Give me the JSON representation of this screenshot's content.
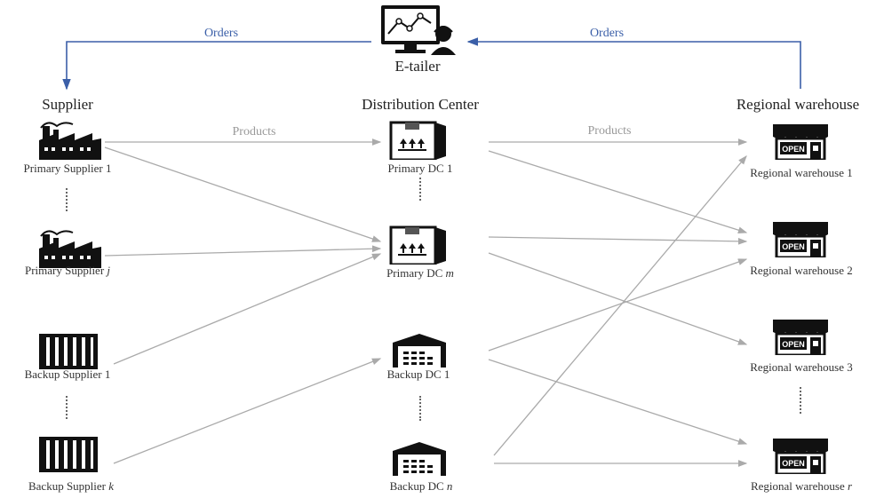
{
  "header": {
    "center_title": "E-tailer",
    "col_supplier": "Supplier",
    "col_dc": "Distribution Center",
    "col_warehouse": "Regional warehouse"
  },
  "flows": {
    "orders_left": "Orders",
    "orders_right": "Orders",
    "products_left": "Products",
    "products_right": "Products"
  },
  "suppliers": [
    {
      "label": "Primary Supplier 1",
      "suffix": ""
    },
    {
      "label": "Primary Supplier ",
      "suffix": "j"
    },
    {
      "label": "Backup Supplier 1",
      "suffix": ""
    },
    {
      "label": "Backup Supplier ",
      "suffix": "k"
    }
  ],
  "dcs": [
    {
      "label": "Primary DC 1",
      "suffix": ""
    },
    {
      "label": "Primary DC ",
      "suffix": "m"
    },
    {
      "label": "Backup DC 1",
      "suffix": ""
    },
    {
      "label": "Backup DC ",
      "suffix": "n"
    }
  ],
  "warehouses": [
    {
      "label": "Regional warehouse 1",
      "suffix": ""
    },
    {
      "label": "Regional warehouse 2",
      "suffix": ""
    },
    {
      "label": "Regional warehouse 3",
      "suffix": ""
    },
    {
      "label": "Regional warehouse ",
      "suffix": "r"
    }
  ],
  "icons": {
    "etailer": "computer-chart-operator-icon",
    "primary_supplier": "factory-icon",
    "backup_supplier": "container-icon",
    "primary_dc": "box-icon",
    "backup_dc": "warehouse-icon",
    "warehouse": "open-store-icon",
    "sign_text": "OPEN"
  },
  "colors": {
    "order_arrow": "#3b5fa8",
    "product_arrow": "#aaaaaa"
  }
}
